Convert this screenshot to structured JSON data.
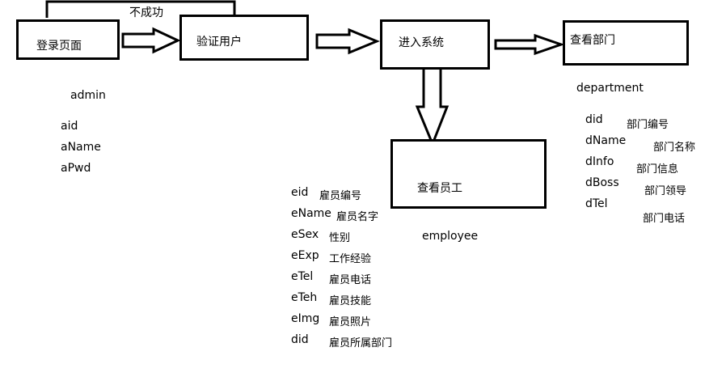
{
  "nodes": {
    "login": "登录页面",
    "verify": "验证用户",
    "enter": "进入系统",
    "dept": "查看部门",
    "emp": "查看员工"
  },
  "edge_fail": "不成功",
  "admin": {
    "table": "admin",
    "fields": [
      "aid",
      "aName",
      "aPwd"
    ]
  },
  "department": {
    "table": "department",
    "fields": [
      "did",
      "dName",
      "dInfo",
      "dBoss",
      "dTel"
    ],
    "comments": [
      "部门编号",
      "部门名称",
      "部门信息",
      "部门领导",
      "部门电话"
    ]
  },
  "employee": {
    "table": "employee",
    "fields": [
      "eid",
      "eName",
      "eSex",
      "eExp",
      "eTel",
      "eTeh",
      "eImg",
      "did"
    ],
    "comments": [
      "雇员编号",
      "雇员名字",
      "性别",
      "工作经验",
      "雇员电话",
      "雇员技能",
      "雇员照片",
      "雇员所属部门"
    ]
  }
}
